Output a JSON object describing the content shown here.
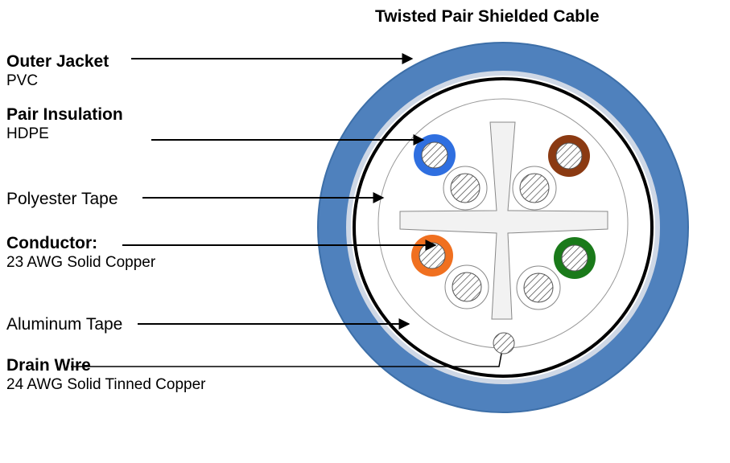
{
  "title": "Twisted Pair Shielded Cable",
  "labels": [
    {
      "id": "outer-jacket",
      "name": "Outer Jacket",
      "material": "PVC",
      "bold": true
    },
    {
      "id": "pair-insulation",
      "name": "Pair Insulation",
      "material": "HDPE",
      "bold": true
    },
    {
      "id": "polyester-tape",
      "name": "Polyester Tape",
      "material": "",
      "bold": false
    },
    {
      "id": "conductor",
      "name": "Conductor:",
      "material": "23 AWG Solid Copper",
      "bold": true
    },
    {
      "id": "aluminum-tape",
      "name": "Aluminum Tape",
      "material": "",
      "bold": false
    },
    {
      "id": "drain-wire",
      "name": "Drain Wire",
      "material": "24 AWG Solid Tinned Copper",
      "bold": true
    }
  ],
  "colors": {
    "jacket": "#4f81bd",
    "pair_blue": "#2f6fe0",
    "pair_brown": "#8b3a12",
    "pair_orange": "#f07020",
    "pair_green": "#1a7a1a",
    "hatch": "#444444"
  }
}
